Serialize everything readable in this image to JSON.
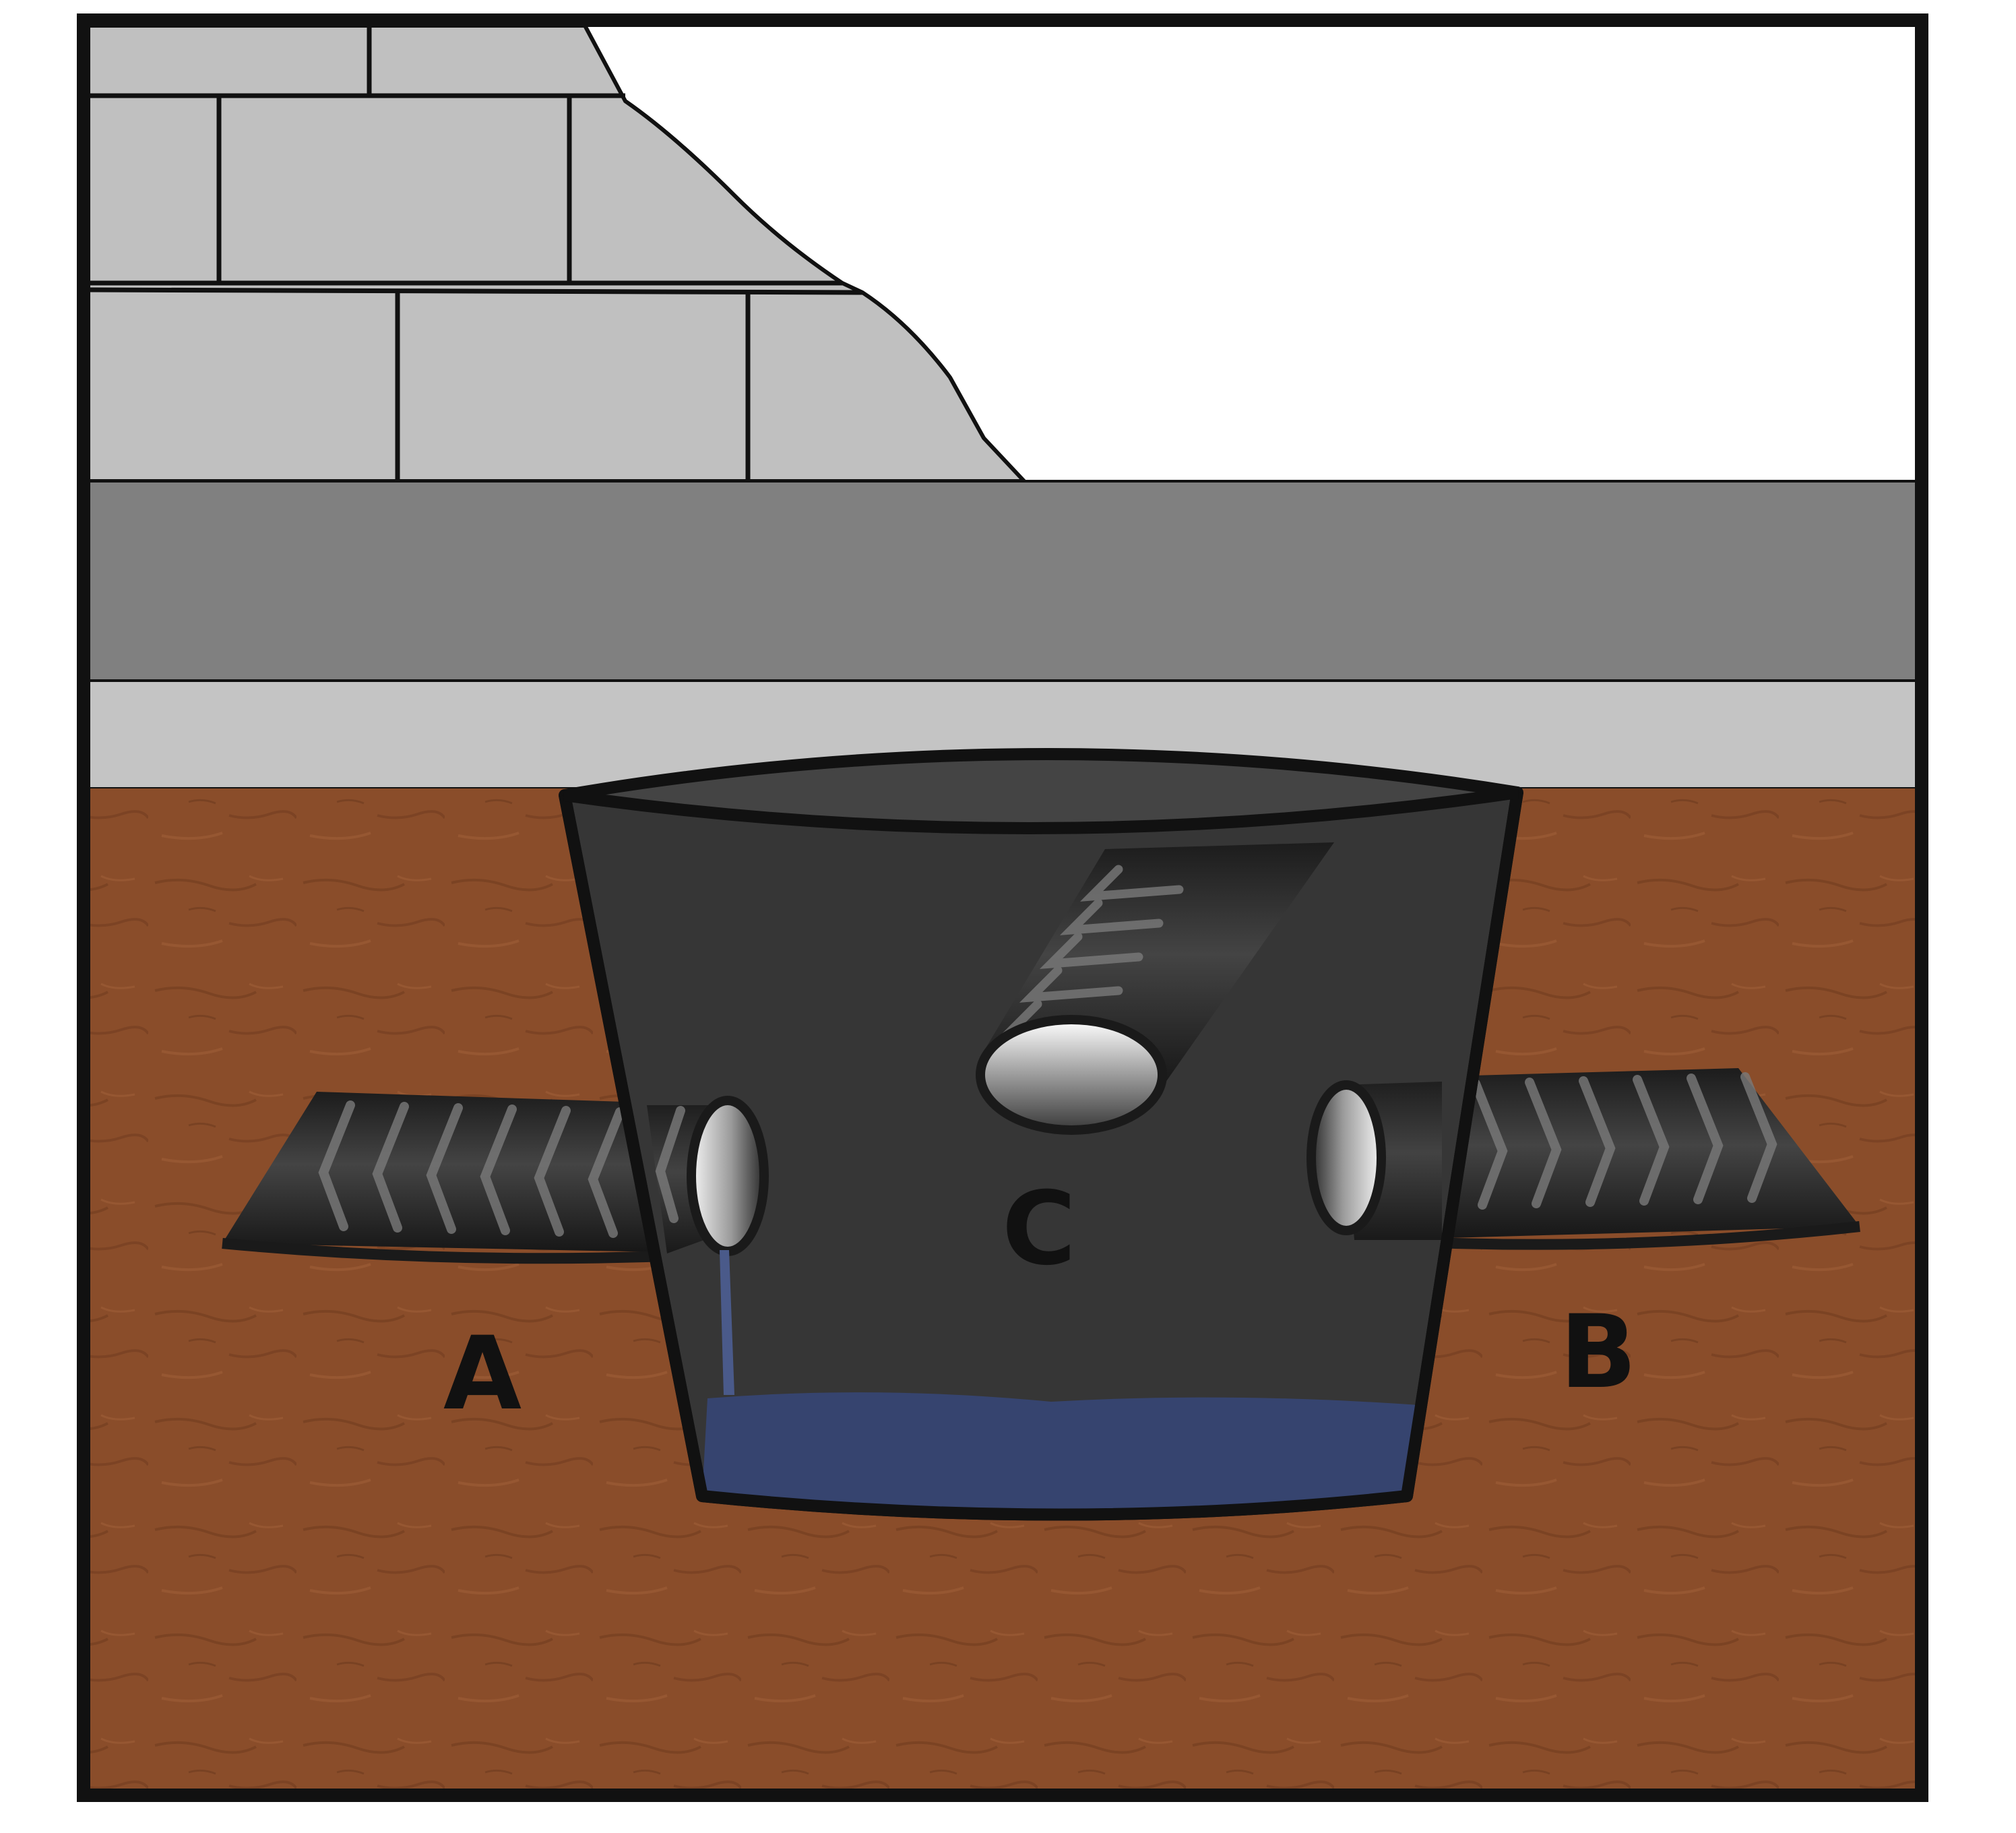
{
  "labels": {
    "pipe_a": "A",
    "pipe_b": "B",
    "pipe_c": "C"
  },
  "colors": {
    "brick": "#c0c0c0",
    "slab": "#808080",
    "footing": "#c4c4c4",
    "soil": "#8a4d2a",
    "basin": "#363636",
    "pipe": "#2c2c2c",
    "water": "#36446f",
    "outline": "#111111"
  },
  "icons": {
    "wall": "brick-wall-icon",
    "basin": "sump-basin-icon",
    "pipe": "corrugated-pipe-icon",
    "water": "water-icon"
  }
}
